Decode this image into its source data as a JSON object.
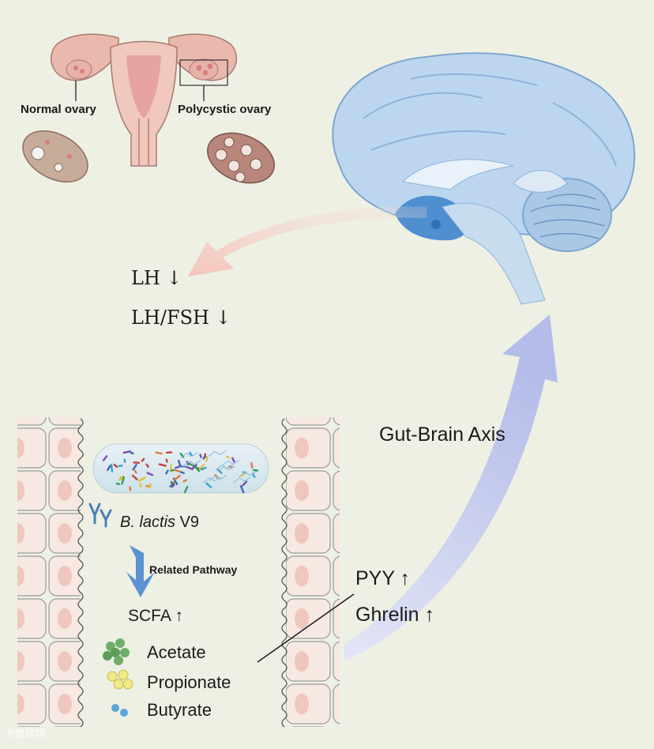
{
  "uterus": {
    "normal_ovary_label": "Normal ovary",
    "polycystic_ovary_label": "Polycystic ovary"
  },
  "hormones": {
    "lh": "LH ↓",
    "lh_fsh": "LH/FSH ↓"
  },
  "axis_label": "Gut-Brain Axis",
  "gut": {
    "bacteria_name": "B. lactis",
    "bacteria_strain": "V9",
    "pathway_label": "Related Pathway",
    "scfa_label": "SCFA ↑",
    "acids": [
      "Acetate",
      "Propionate",
      "Butyrate"
    ]
  },
  "peptides": {
    "pyy": "PYY ↑",
    "ghrelin": "Ghrelin ↑"
  },
  "watermark": "大数跨境",
  "colors": {
    "background": "#eef0e4",
    "brain_light": "#b9d4ee",
    "brain_dark": "#4f8fd0",
    "arrow_pink": "#f6d0c8",
    "arrow_blue": "#c8cdf0",
    "cell_pink": "#f1cfc6",
    "acetate_green": "#6fae6a",
    "propionate_yellow": "#e8e070",
    "butyrate_blue": "#5aa6d8"
  }
}
